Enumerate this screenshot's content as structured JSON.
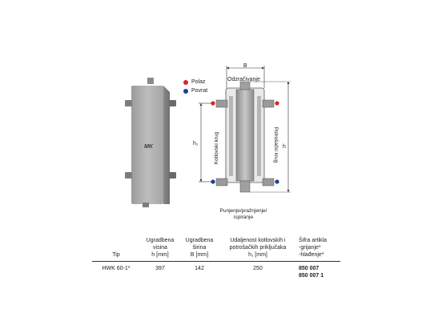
{
  "product": {
    "logo_text": "MK"
  },
  "legend": {
    "items": [
      {
        "label": "Polaz",
        "color": "#d9262b"
      },
      {
        "label": "Povrat",
        "color": "#1c3f9e"
      }
    ]
  },
  "diagram": {
    "width_label": "B",
    "top_label": "Odzračivanje",
    "left_label": "Kotlovski krug",
    "right_label": "Potrošački krug",
    "h1_label": "h₁",
    "h_label": "h",
    "bottom_label_line1": "Punjenje/pražnjenje/",
    "bottom_label_line2": "ispiranje"
  },
  "table": {
    "headers": [
      [
        "Tip"
      ],
      [
        "Ugradbena",
        "visina",
        "h [mm]"
      ],
      [
        "Ugradbena",
        "širina",
        "B [mm]"
      ],
      [
        "Udaljenost kotlovskih i",
        "potrošačkih priključaka",
        "h₁ [mm]"
      ],
      [
        "Šifra artikla",
        "-grijanje*",
        "-hlađenje*"
      ]
    ],
    "rows": [
      {
        "tip": "HWK 60-1*",
        "h": "397",
        "b": "142",
        "h1": "250",
        "codes": [
          "850 007",
          "850 007 1"
        ]
      }
    ]
  }
}
